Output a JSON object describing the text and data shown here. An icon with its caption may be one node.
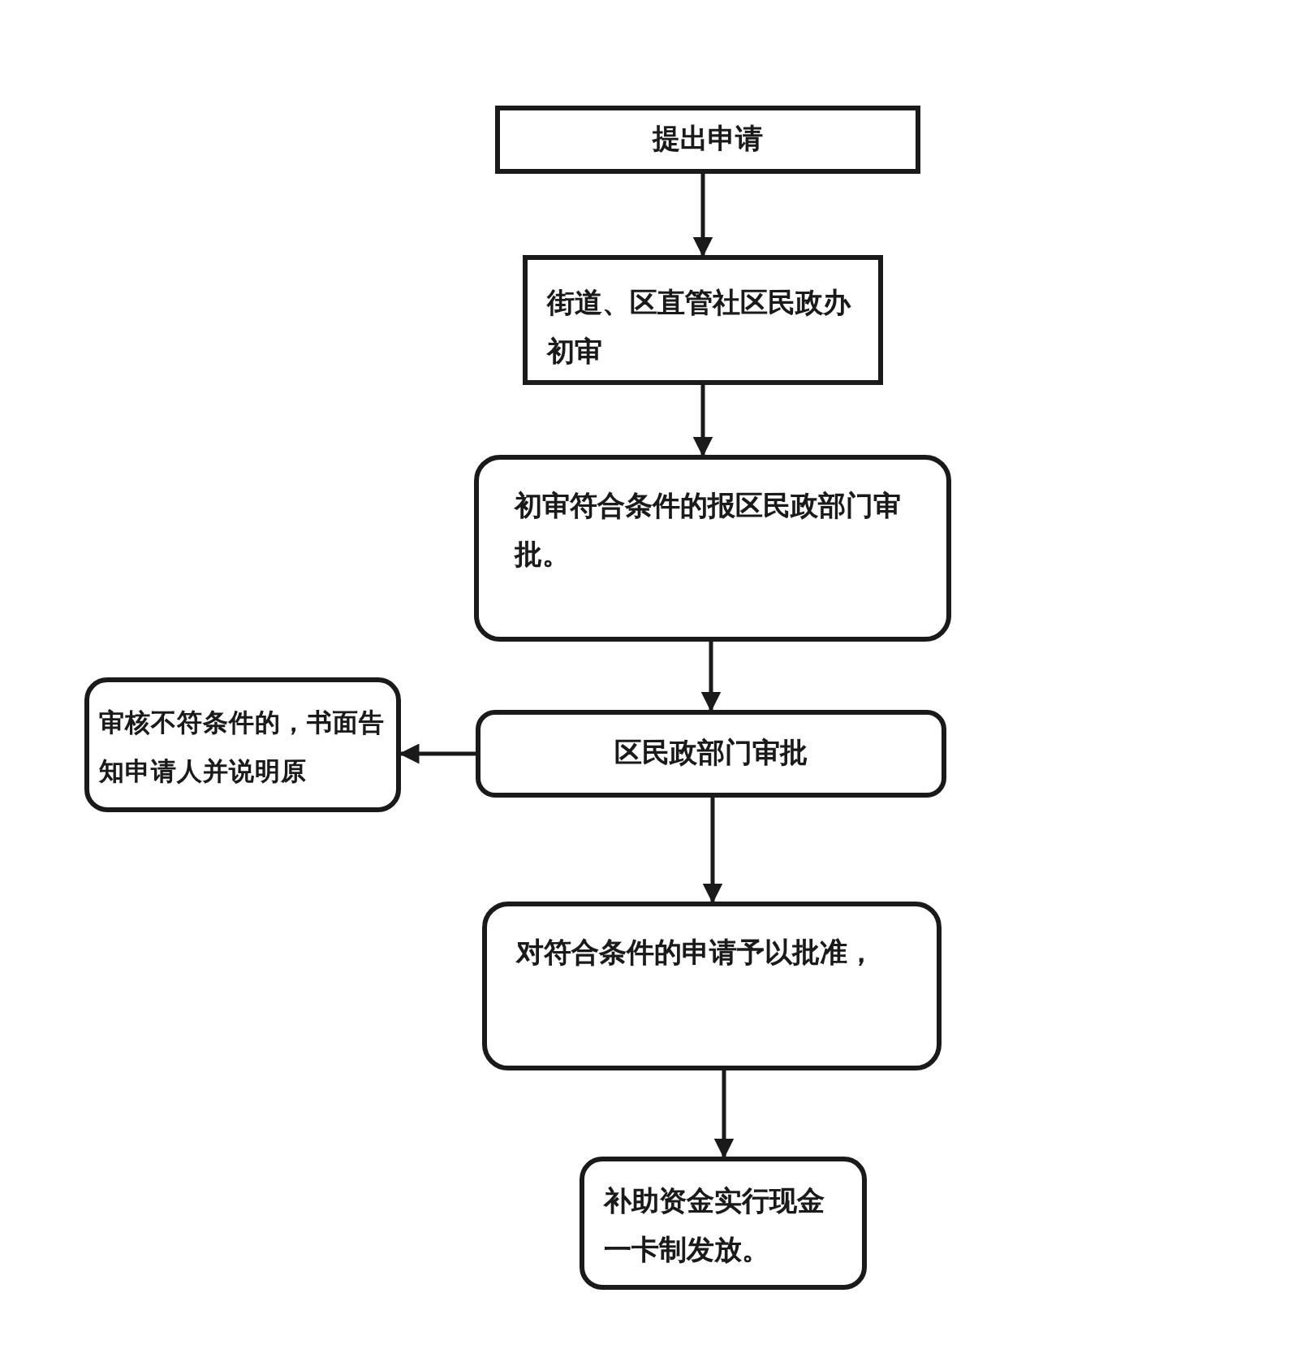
{
  "diagram": {
    "nodes": [
      {
        "text": [
          "提出申请"
        ]
      },
      {
        "text": [
          "街道、区直管社区民政办初审"
        ]
      },
      {
        "text": [
          "初审符合条件的报区民政部门审批。"
        ]
      },
      {
        "text": [
          "区民政部门审批"
        ]
      },
      {
        "text": [
          "审核不符条件的，书面告知申请人并说明原"
        ]
      },
      {
        "text": [
          "对符合条件的申请予以批准，"
        ]
      },
      {
        "text": [
          "补助资金实行现金一卡制发放。"
        ]
      }
    ],
    "edges": [
      {
        "from": 0,
        "to": 1,
        "arrow": "to"
      },
      {
        "from": 1,
        "to": 2,
        "arrow": "to"
      },
      {
        "from": 2,
        "to": 3,
        "arrow": "to"
      },
      {
        "from": 3,
        "to": 4,
        "arrow": "to"
      },
      {
        "from": 3,
        "to": 5,
        "arrow": "to"
      },
      {
        "from": 5,
        "to": 6,
        "arrow": "to"
      }
    ]
  }
}
